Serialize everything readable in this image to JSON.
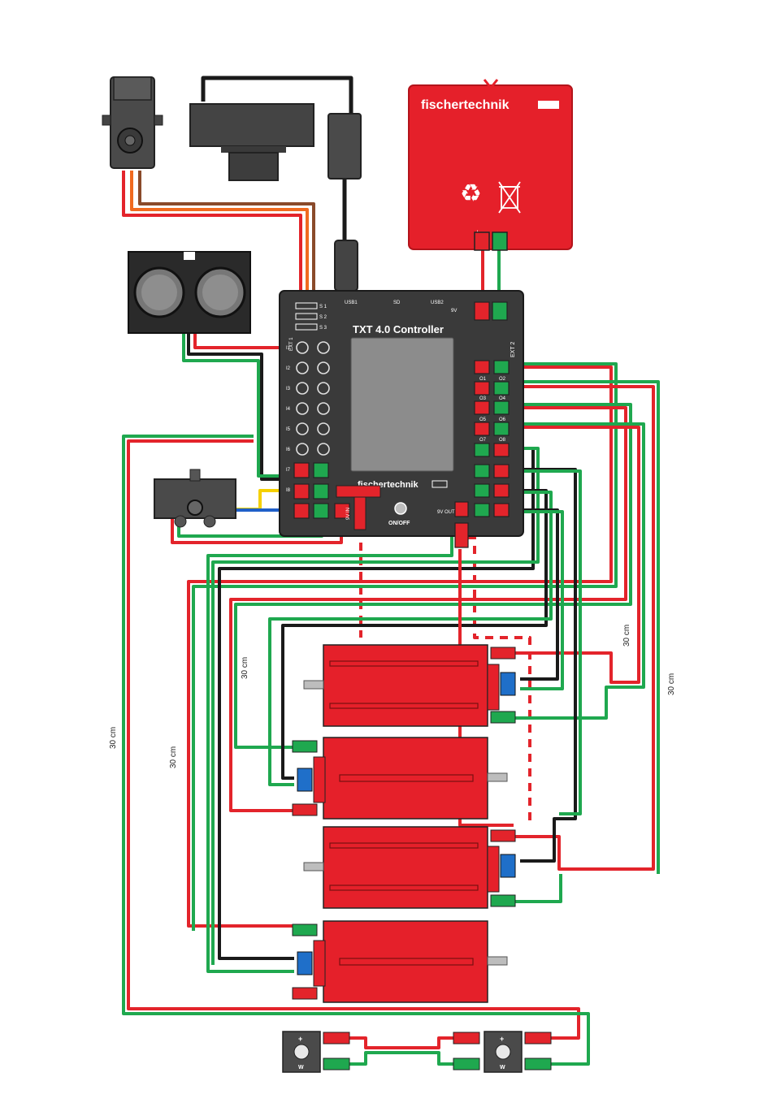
{
  "battery": {
    "brand": "fischertechnik",
    "terminal_plus": "+",
    "terminal_minus": "-"
  },
  "controller": {
    "title": "TXT 4.0 Controller",
    "brand": "fischertechnik",
    "on_off": "ON/OFF",
    "top_usb1": "USB1",
    "top_sd": "SD",
    "top_usb2": "USB2",
    "top_9v": "9V",
    "servo_s1": "S 1",
    "servo_s2": "S 2",
    "servo_s3": "S 3",
    "ext1": "EXT 1",
    "ext2": "EXT 2",
    "inputs": [
      "I1",
      "I2",
      "I3",
      "I4",
      "I5",
      "I6",
      "I7",
      "I8"
    ],
    "outputs": [
      "O1",
      "O2",
      "O3",
      "O4",
      "O5",
      "O6",
      "O7",
      "O8"
    ],
    "out_9v": "9V OUT",
    "in_9v": "9V IN"
  },
  "cable_lengths": {
    "a": "30 cm",
    "b": "30 cm",
    "c": "30 cm",
    "d": "30 cm",
    "e": "30 cm"
  },
  "switch": {
    "plus": "+",
    "minus": "W"
  },
  "colors": {
    "red": "#e3242b",
    "green": "#1fa84f",
    "black": "#1a1a1a",
    "controller": "#3a3a3a",
    "screen": "#8c8c8c",
    "motor": "#e5202a",
    "encoder": "#1f6fc9"
  }
}
